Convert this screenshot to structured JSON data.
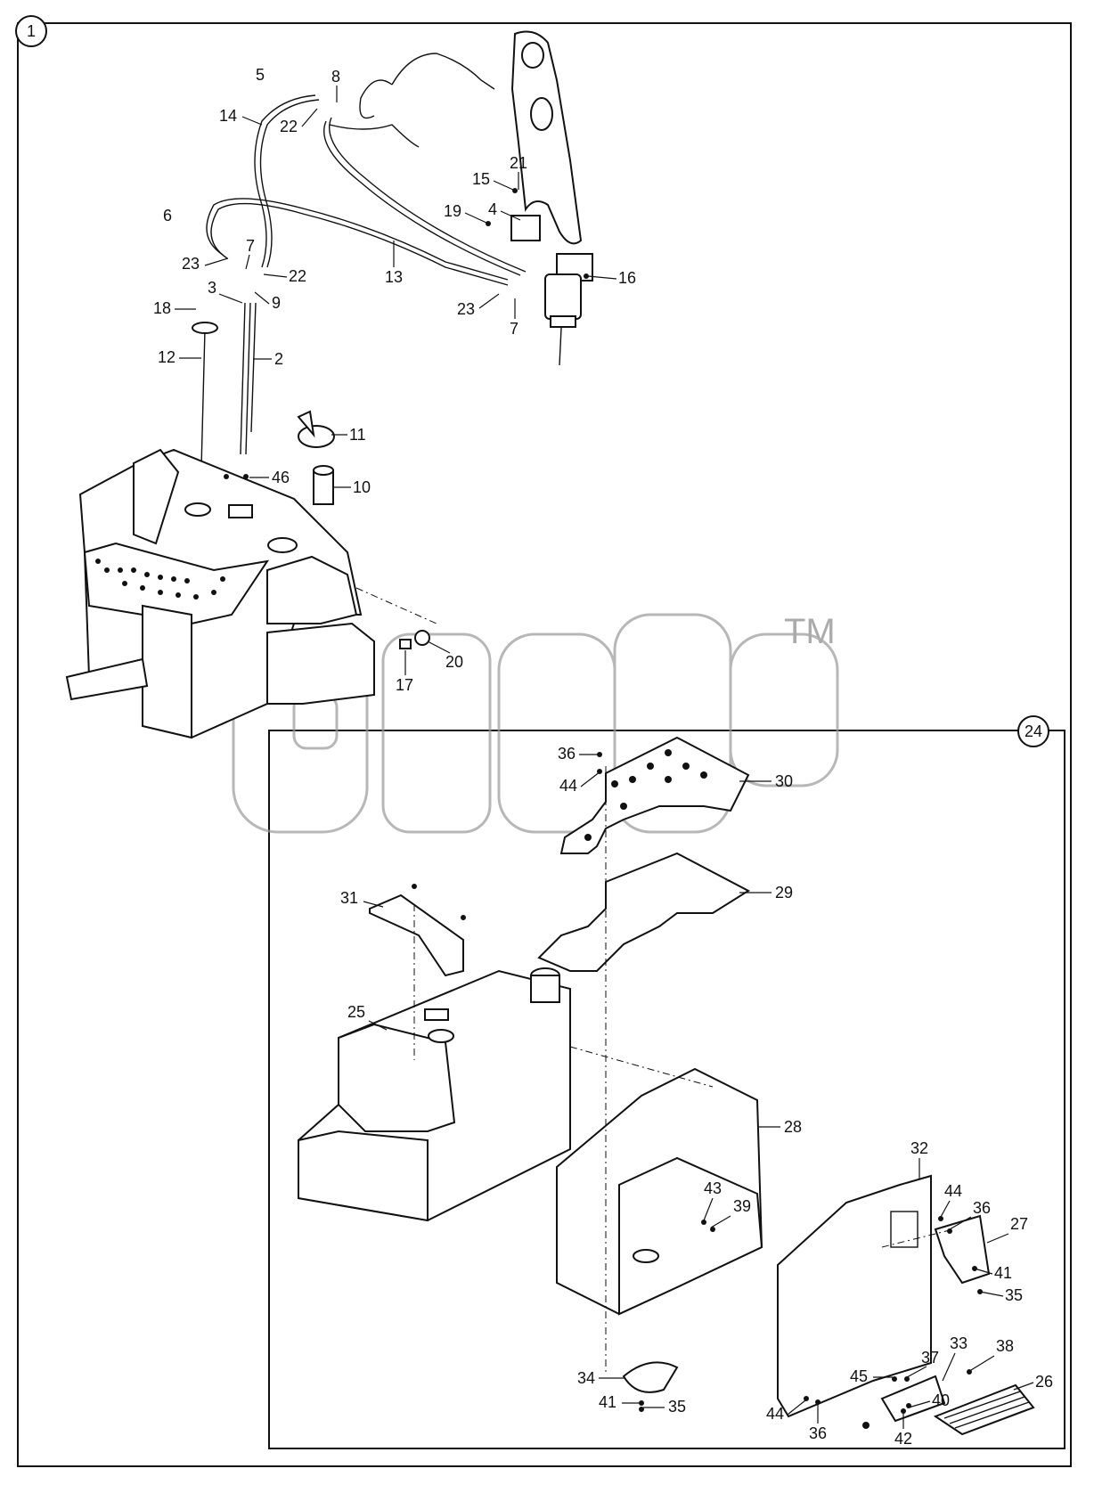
{
  "diagram": {
    "frames": [
      {
        "id": "main",
        "badge": "1"
      },
      {
        "id": "sub",
        "badge": "24"
      }
    ],
    "watermark": {
      "text": "TM"
    },
    "callouts": [
      {
        "id": "c5",
        "text": "5"
      },
      {
        "id": "c8",
        "text": "8"
      },
      {
        "id": "c14",
        "text": "14"
      },
      {
        "id": "c22a",
        "text": "22"
      },
      {
        "id": "c21",
        "text": "21"
      },
      {
        "id": "c15",
        "text": "15"
      },
      {
        "id": "c19",
        "text": "19"
      },
      {
        "id": "c4",
        "text": "4"
      },
      {
        "id": "c6",
        "text": "6"
      },
      {
        "id": "c23a",
        "text": "23"
      },
      {
        "id": "c7a",
        "text": "7"
      },
      {
        "id": "c22b",
        "text": "22"
      },
      {
        "id": "c13",
        "text": "13"
      },
      {
        "id": "c16",
        "text": "16"
      },
      {
        "id": "c3",
        "text": "3"
      },
      {
        "id": "c9",
        "text": "9"
      },
      {
        "id": "c18",
        "text": "18"
      },
      {
        "id": "c23b",
        "text": "23"
      },
      {
        "id": "c7b",
        "text": "7"
      },
      {
        "id": "c12",
        "text": "12"
      },
      {
        "id": "c2",
        "text": "2"
      },
      {
        "id": "c11",
        "text": "11"
      },
      {
        "id": "c46",
        "text": "46"
      },
      {
        "id": "c10",
        "text": "10"
      },
      {
        "id": "c20",
        "text": "20"
      },
      {
        "id": "c17",
        "text": "17"
      },
      {
        "id": "c36a",
        "text": "36"
      },
      {
        "id": "c44a",
        "text": "44"
      },
      {
        "id": "c30",
        "text": "30"
      },
      {
        "id": "c31",
        "text": "31"
      },
      {
        "id": "c29",
        "text": "29"
      },
      {
        "id": "c25",
        "text": "25"
      },
      {
        "id": "c28",
        "text": "28"
      },
      {
        "id": "c32",
        "text": "32"
      },
      {
        "id": "c43",
        "text": "43"
      },
      {
        "id": "c39",
        "text": "39"
      },
      {
        "id": "c44b",
        "text": "44"
      },
      {
        "id": "c36b",
        "text": "36"
      },
      {
        "id": "c27",
        "text": "27"
      },
      {
        "id": "c41a",
        "text": "41"
      },
      {
        "id": "c35a",
        "text": "35"
      },
      {
        "id": "c33",
        "text": "33"
      },
      {
        "id": "c38",
        "text": "38"
      },
      {
        "id": "c37",
        "text": "37"
      },
      {
        "id": "c45",
        "text": "45"
      },
      {
        "id": "c26",
        "text": "26"
      },
      {
        "id": "c34",
        "text": "34"
      },
      {
        "id": "c40",
        "text": "40"
      },
      {
        "id": "c41b",
        "text": "41"
      },
      {
        "id": "c35b",
        "text": "35"
      },
      {
        "id": "c44c",
        "text": "44"
      },
      {
        "id": "c42",
        "text": "42"
      },
      {
        "id": "c36c",
        "text": "36"
      }
    ]
  }
}
